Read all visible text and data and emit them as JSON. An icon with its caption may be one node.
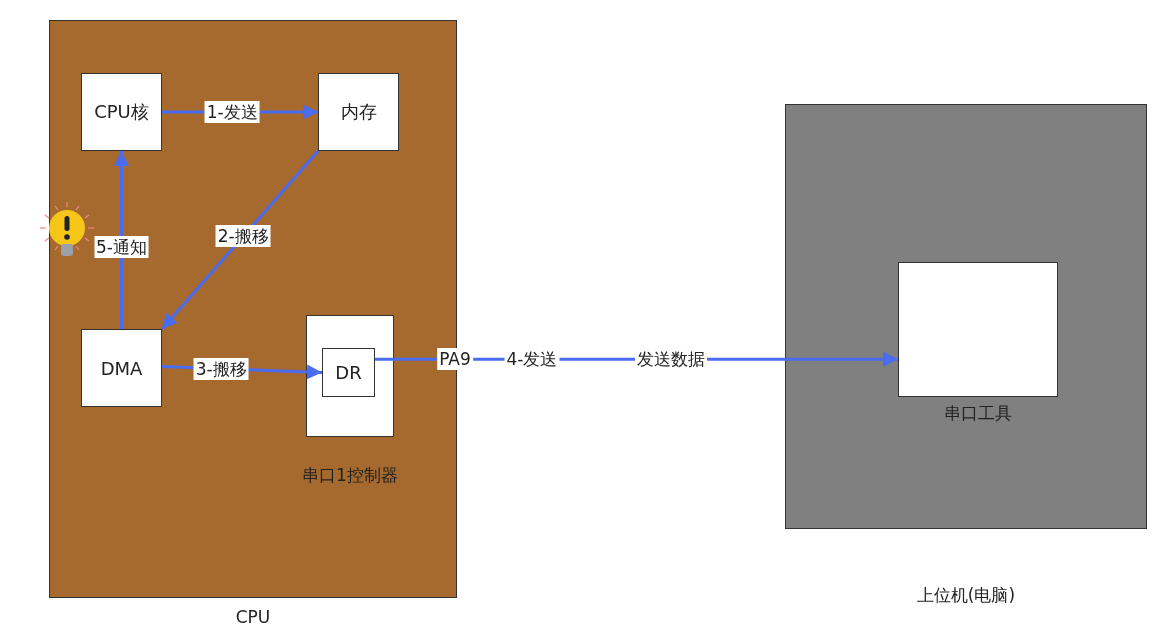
{
  "diagram": {
    "nodes": [
      {
        "text": [
          "CPU"
        ]
      },
      {
        "text": [
          "CPU核"
        ],
        "in": 0
      },
      {
        "text": [
          "内存"
        ],
        "in": 0
      },
      {
        "text": [
          "DMA"
        ],
        "in": 0
      },
      {
        "text": [
          "串口1控制器"
        ],
        "in": 0
      },
      {
        "text": [
          "DR"
        ],
        "in": 4
      },
      {
        "text": [
          "上位机(电脑)"
        ]
      },
      {
        "text": [
          "串口工具"
        ],
        "in": 6
      }
    ],
    "edges": [
      {
        "from": 1,
        "to": 2,
        "arrow": "to",
        "label": "1-发送"
      },
      {
        "from": 2,
        "to": 3,
        "arrow": "to",
        "label": "2-搬移"
      },
      {
        "from": 3,
        "to": 5,
        "arrow": "to",
        "label": "3-搬移"
      },
      {
        "from": 5,
        "to": 7,
        "arrow": "to",
        "label": "4-发送"
      },
      {
        "from": 3,
        "to": 1,
        "arrow": "to",
        "label": "5-通知"
      }
    ],
    "labels": [
      "PA9",
      "发送数据"
    ]
  }
}
